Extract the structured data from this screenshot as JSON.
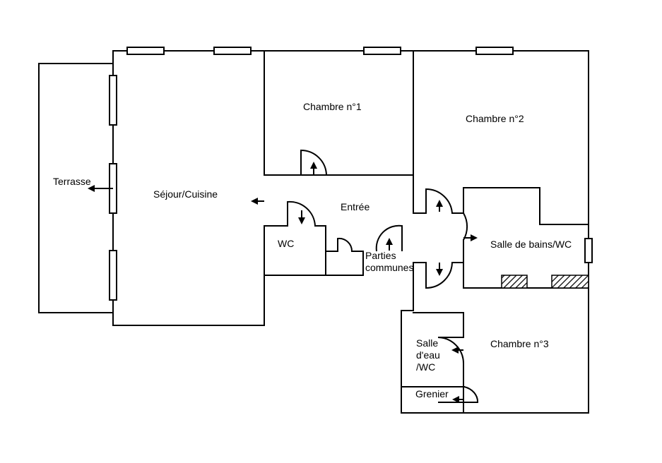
{
  "rooms": {
    "terrasse": "Terrasse",
    "sejour": "Séjour/Cuisine",
    "chambre1": "Chambre n°1",
    "chambre2": "Chambre n°2",
    "entree": "Entrée",
    "wc": "WC",
    "parties_line1": "Parties",
    "parties_line2": "communes",
    "salle_bains": "Salle de bains/WC",
    "chambre3": "Chambre n°3",
    "salle_eau_line1": "Salle",
    "salle_eau_line2": "d'eau",
    "salle_eau_line3": "/WC",
    "grenier": "Grenier"
  },
  "colors": {
    "line": "#000000",
    "background": "#ffffff"
  }
}
